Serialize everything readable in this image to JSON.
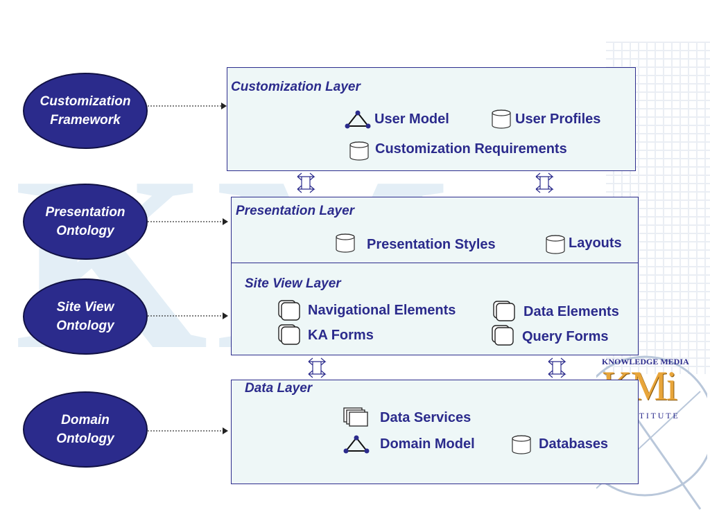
{
  "ontologies": [
    {
      "line1": "Customization",
      "line2": "Framework"
    },
    {
      "line1": "Presentation",
      "line2": "Ontology"
    },
    {
      "line1": "Site View",
      "line2": "Ontology"
    },
    {
      "line1": "Domain",
      "line2": "Ontology"
    }
  ],
  "layers": {
    "customization": {
      "title": "Customization Layer",
      "items": [
        "User Model",
        "User Profiles",
        "Customization Requirements"
      ]
    },
    "presentation": {
      "title": "Presentation Layer",
      "items": [
        "Presentation Styles",
        "Layouts"
      ]
    },
    "site_view": {
      "title": "Site View Layer",
      "items": [
        "Navigational Elements",
        "Data Elements",
        "KA Forms",
        "Query Forms"
      ]
    },
    "data": {
      "title": "Data Layer",
      "items": [
        "Data Services",
        "Domain Model",
        "Databases"
      ]
    }
  },
  "logo": {
    "top": "KNOWLEDGE MEDIA",
    "mark": "KMi",
    "bottom": "I T I T U T E"
  },
  "background_mark": "KM",
  "colors": {
    "navy": "#2b2b8c",
    "box_fill": "#eef7f7",
    "logo_gold": "#e8a53a"
  }
}
